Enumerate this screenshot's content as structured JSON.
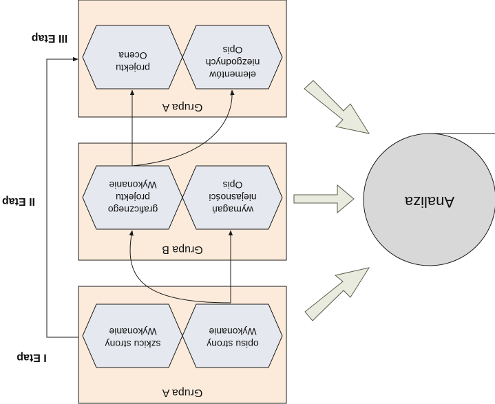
{
  "etaps": {
    "etap3": "III Etap",
    "etap2": "II Etap",
    "etap1": "I Etap"
  },
  "groups": {
    "top": {
      "label": "Grupa A",
      "left_task": [
        "projektu",
        "Ocena"
      ],
      "right_task": [
        "elementów",
        "niezgodnych",
        "Opis"
      ]
    },
    "middle": {
      "label": "Grupa B",
      "left_task": [
        "graficznego",
        "projektu",
        "Wykonanie"
      ],
      "right_task": [
        "wymagań",
        "niejasności",
        "Opis"
      ]
    },
    "bottom": {
      "label": "Grupa A",
      "left_task": [
        "szkicu strony",
        "Wykonanie"
      ],
      "right_task": [
        "opisu strony",
        "Wykonanie"
      ]
    }
  },
  "analysis": {
    "label": "Analiza"
  },
  "colors": {
    "group_fill": "#fcebdb",
    "hex_fill": "#e6e8ef",
    "arrow_fill": "#e8ebde",
    "circle_fill": "#d8d8d8"
  }
}
